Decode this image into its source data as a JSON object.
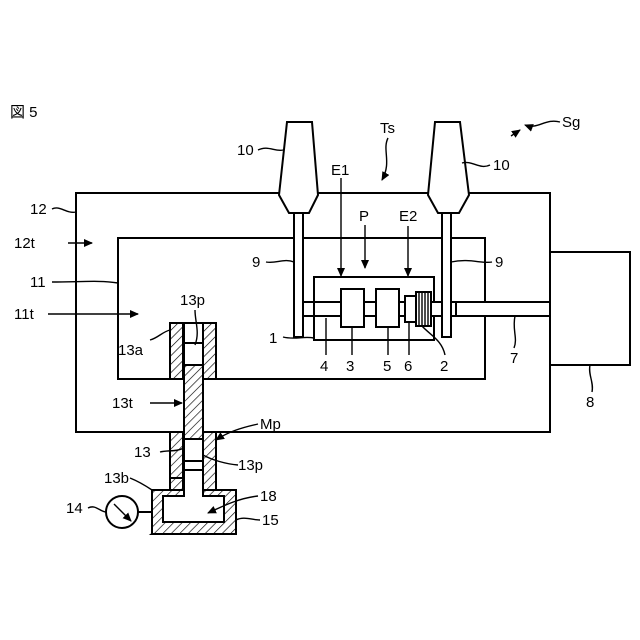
{
  "figure": {
    "title": "図 5",
    "labels": {
      "Sg": "Sg",
      "Ts": "Ts",
      "P": "P",
      "E1": "E1",
      "E2": "E2",
      "l10a": "10",
      "l10b": "10",
      "l12": "12",
      "l12t": "12t",
      "l11": "11",
      "l11t": "11t",
      "l9a": "9",
      "l9b": "9",
      "l13p_top": "13p",
      "l13a": "13a",
      "l1": "1",
      "l4": "4",
      "l3": "3",
      "l5": "5",
      "l6": "6",
      "l2": "2",
      "l7": "7",
      "l8": "8",
      "l13t": "13t",
      "Mp": "Mp",
      "l13": "13",
      "l13p_bottom": "13p",
      "l13b": "13b",
      "l18": "18",
      "l14": "14",
      "l15": "15"
    }
  }
}
